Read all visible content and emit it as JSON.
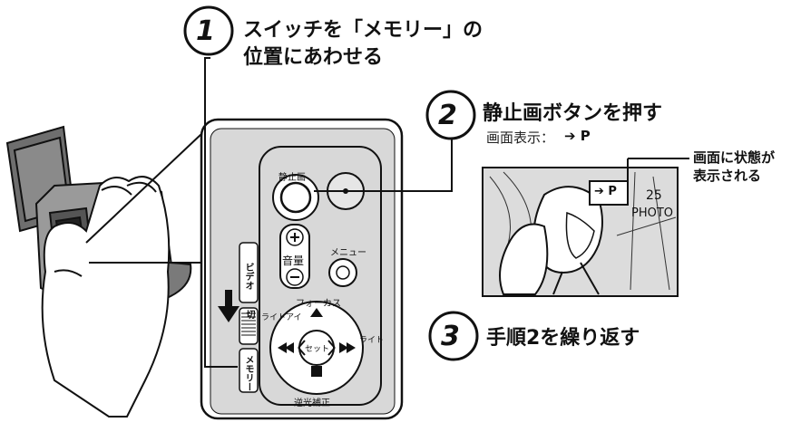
{
  "steps": [
    {
      "number": "1",
      "line1": "スイッチを「メモリー」の",
      "line2": "位置にあわせる"
    },
    {
      "number": "2",
      "line1": "静止画ボタンを押す",
      "display_label": "画面表示：",
      "display_icon": "➔ P"
    },
    {
      "number": "3",
      "line1": "手順2を繰り返す"
    }
  ],
  "remote": {
    "snapshot_label": "静止画",
    "volume_label": "音量",
    "menu_label": "メニュー",
    "focus_label": "フォーカス",
    "set_label": "セット",
    "backlight_label": "逆光補正",
    "light_left_label": "ライトアイ",
    "light_right_label": "ライト",
    "video_label": "ビデオ",
    "memory_label": "メモリー",
    "off_label": "切"
  },
  "screen_example": {
    "indicator": "➔ P",
    "count": "25",
    "photo_label": "PHOTO",
    "note_line1": "画面に状態が",
    "note_line2": "表示される"
  },
  "colors": {
    "panel": "#d8d8d8",
    "ink": "#111111"
  }
}
